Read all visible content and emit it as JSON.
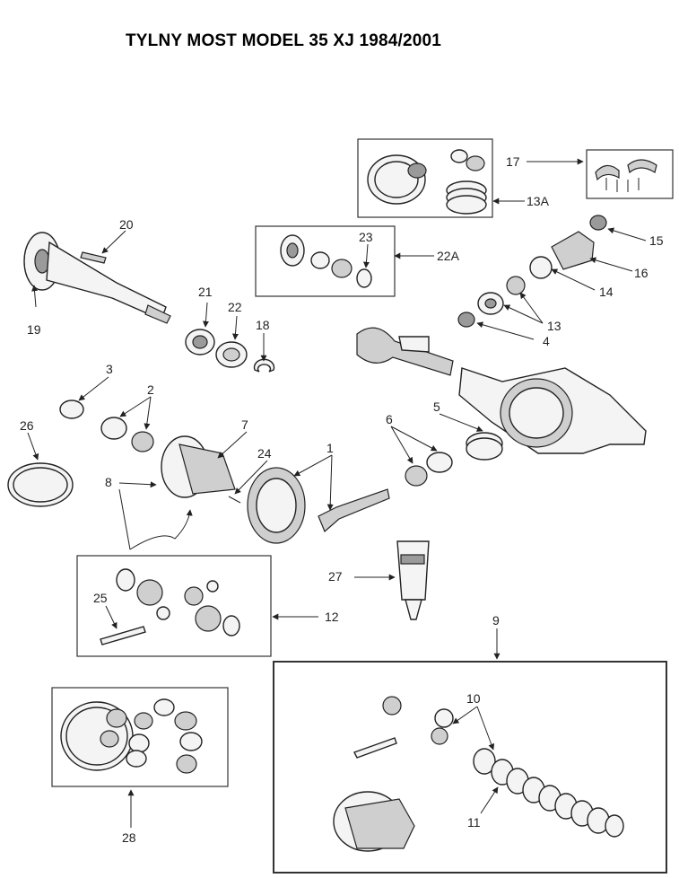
{
  "title": "TYLNY MOST MODEL 35 XJ 1984/2001",
  "callouts": [
    "1",
    "2",
    "3",
    "4",
    "5",
    "6",
    "7",
    "8",
    "9",
    "10",
    "11",
    "12",
    "13",
    "13A",
    "14",
    "15",
    "16",
    "17",
    "18",
    "19",
    "20",
    "21",
    "22",
    "22A",
    "23",
    "24",
    "25",
    "26",
    "27",
    "28"
  ]
}
